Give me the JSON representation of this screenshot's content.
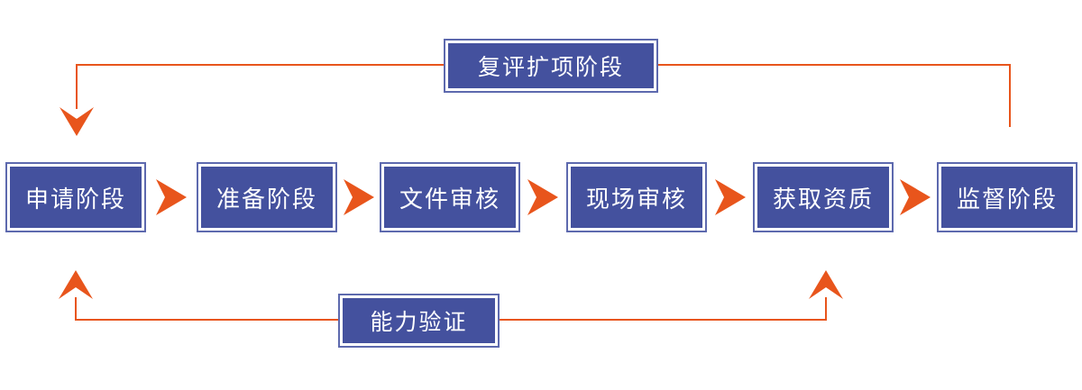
{
  "flow": {
    "stages": [
      {
        "label": "申请阶段"
      },
      {
        "label": "准备阶段"
      },
      {
        "label": "文件审核"
      },
      {
        "label": "现场审核"
      },
      {
        "label": "获取资质"
      },
      {
        "label": "监督阶段"
      }
    ],
    "loops": {
      "top": {
        "label": "复评扩项阶段"
      },
      "bottom": {
        "label": "能力验证"
      }
    }
  },
  "icons": {
    "between_stages": "chevron-right-icon",
    "top_loop_end": "arrow-down-icon",
    "bottom_loop_ends": "arrow-up-icon"
  },
  "colors": {
    "box_fill": "#44519E",
    "box_border": "#5D69AE",
    "box_text": "#FFFFFF",
    "connector": "#E8551C",
    "background": "#FFFFFF"
  }
}
